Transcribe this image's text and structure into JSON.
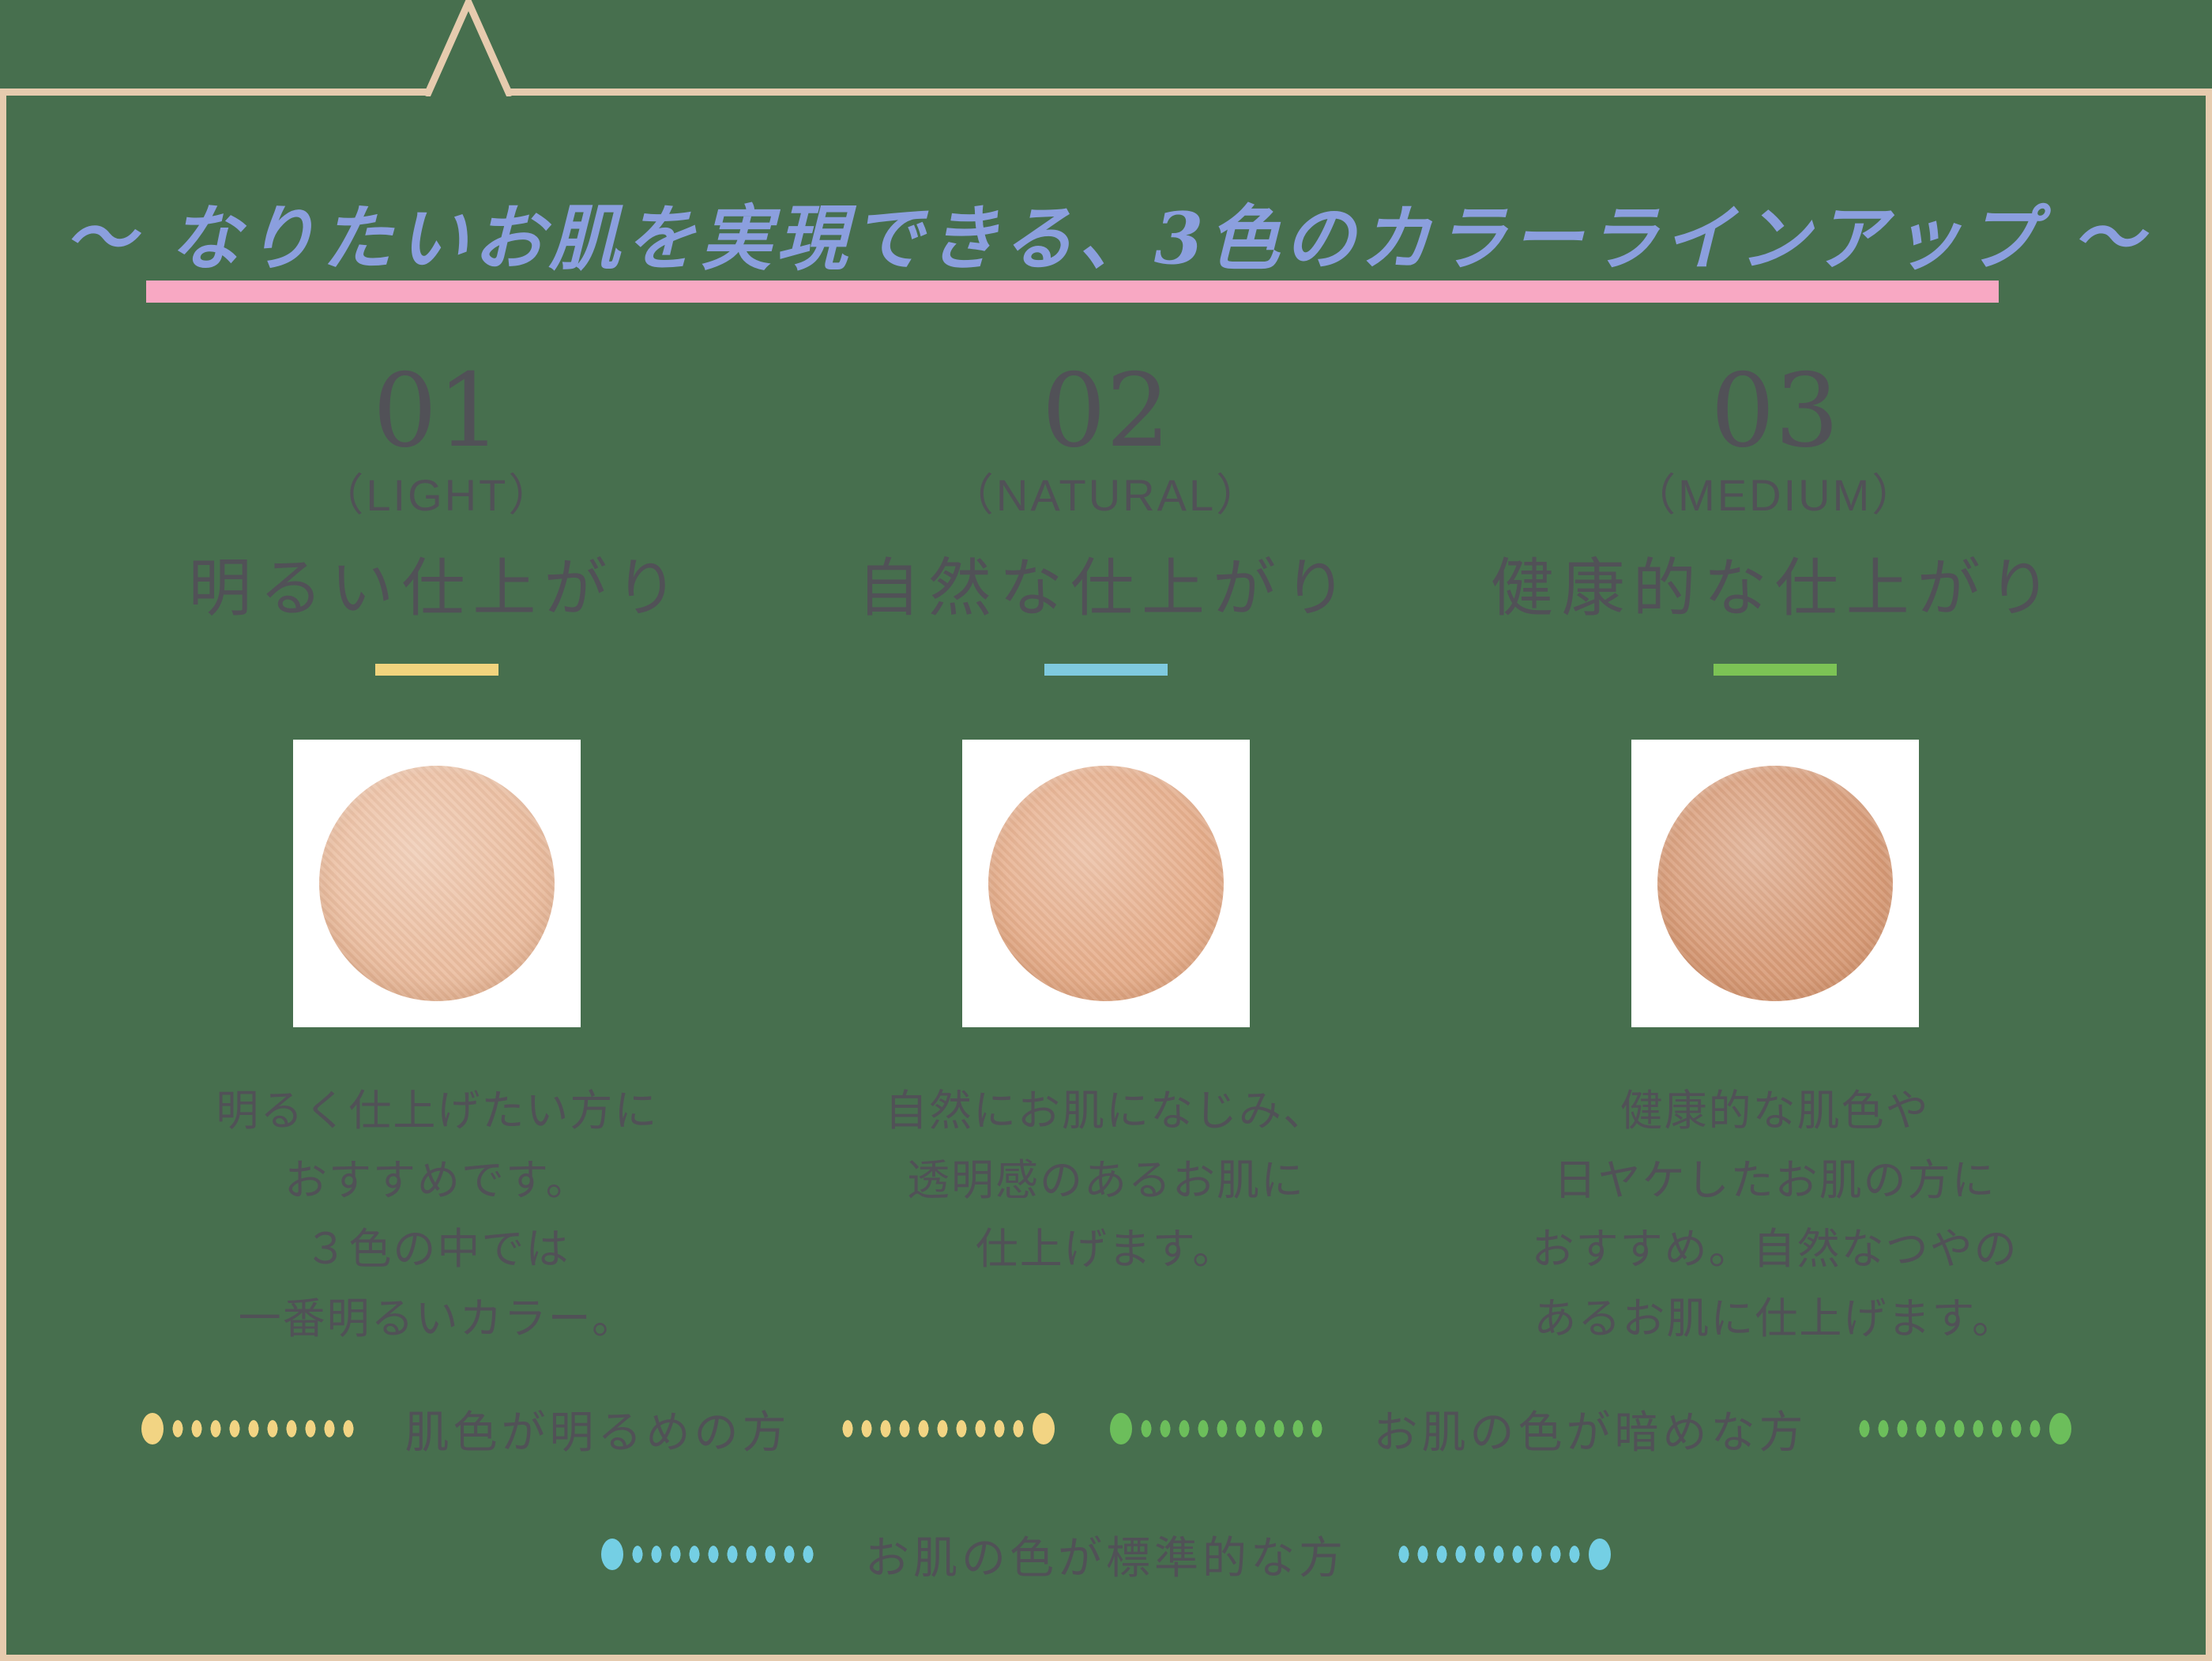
{
  "title": {
    "prefix": "〜 ",
    "highlight": "なりたいお肌を実現できる、3色のカラーラインアップ",
    "suffix": " 〜"
  },
  "colors": {
    "background": "#476F4E",
    "frame": "#E6CBAE",
    "title_text": "#8B9FDE",
    "title_highlight": "#F8A8C3",
    "body_text": "#515157",
    "swatch_card": "#FFFFFF"
  },
  "shades": [
    {
      "number": "01",
      "name": "（LIGHT）",
      "finish": "明るい仕上がり",
      "accent": "#F2D47E",
      "swatch": "#ECBEA0",
      "description": "明るく仕上げたい方に\nおすすめです。\n３色の中では\n一番明るいカラー。"
    },
    {
      "number": "02",
      "name": "（NATURAL）",
      "finish": "自然な仕上がり",
      "accent": "#7FCADF",
      "swatch": "#E7AE8B",
      "description": "自然にお肌になじみ、\n透明感のあるお肌に\n仕上げます。"
    },
    {
      "number": "03",
      "name": "（MEDIUM）",
      "finish": "健康的な仕上がり",
      "accent": "#7CC355",
      "swatch": "#D99C78",
      "description": "健康的な肌色や\n日ヤケしたお肌の方に\nおすすめ。自然なつやの\nあるお肌に仕上げます。"
    }
  ],
  "skin_guides": [
    {
      "label": "肌色が明るめの方",
      "color": "#F2D483"
    },
    {
      "label": "お肌の色が暗めな方",
      "color": "#6CBE5B"
    },
    {
      "label": "お肌の色が標準的な方",
      "color": "#74CFE4"
    }
  ]
}
